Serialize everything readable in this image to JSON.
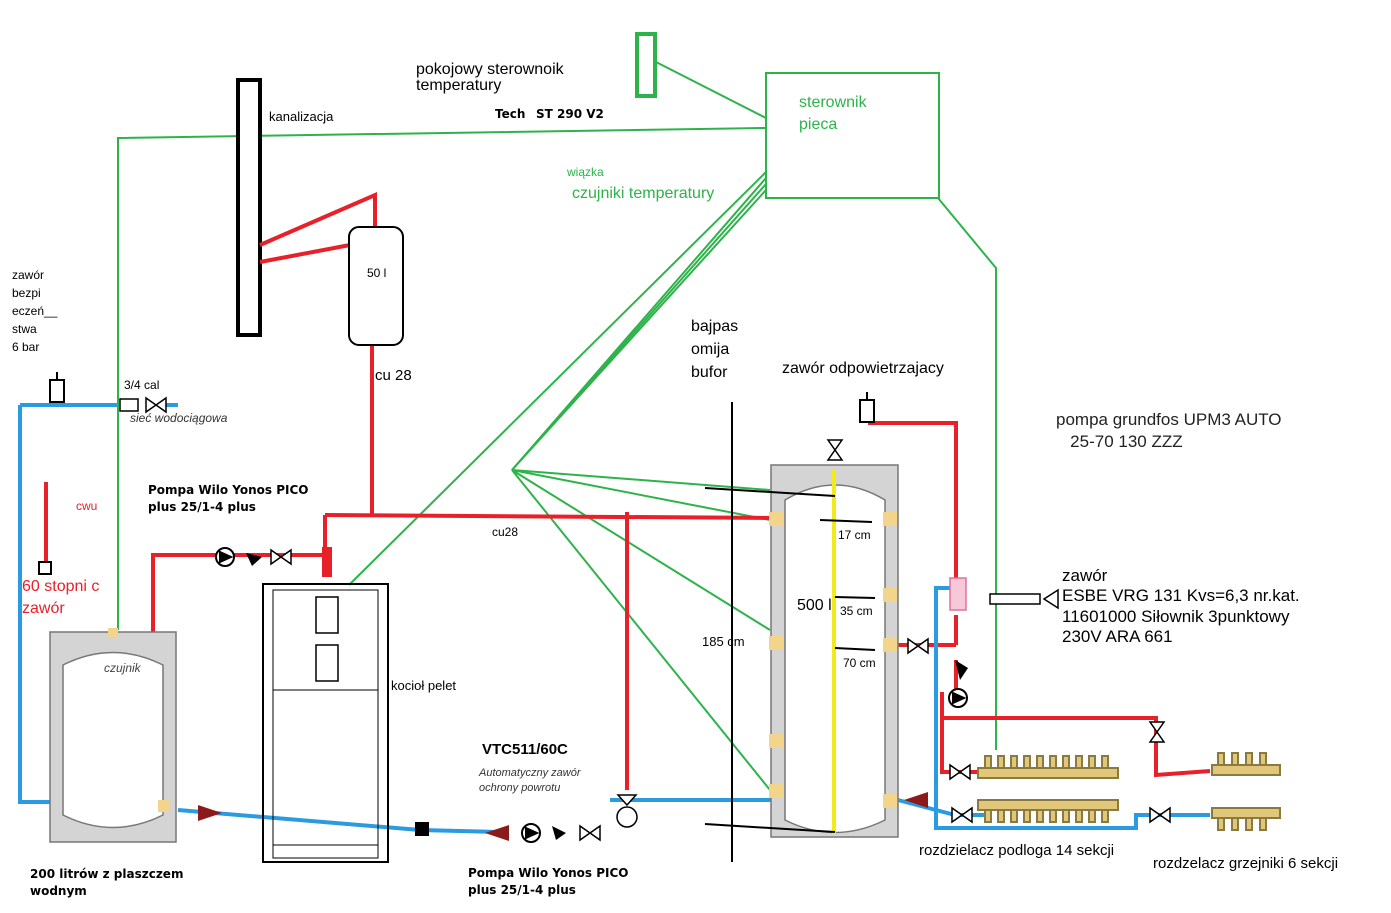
{
  "colors": {
    "hot_pipe": "#e8202a",
    "cold_pipe": "#2a9be0",
    "signal_wire": "#2db34a",
    "tank_fill": "#cfcfcf",
    "tank_outline": "#555555",
    "marker_line": "#f2ea1a",
    "text": "#000000"
  },
  "labels": {
    "room_controller": "pokojowy sterownoik\ntemperatury",
    "tech_brand": "Tech",
    "tech_model": "ST 290 V2",
    "sewer": "kanalizacja",
    "boiler_controller": "sterownik\npieca",
    "harness": "wiązka",
    "temp_sensors": "czujniki temperatury",
    "expansion_vessel": "50 l",
    "cu28_vertical": "cu 28",
    "safety_valve": "zawór\nbezpi\neczeń__\nstwa\n6 bar",
    "inlet_size": "3/4 cal",
    "water_mains": "sieć wodociągowa",
    "bypass": "bajpas\nomija\nbufor",
    "air_vent": "zawór odpowietrzajacy",
    "grundfos": "pompa grundfos UPM3 AUTO\n   25-70 130 ZZZ",
    "pump_top": "Pompa Wilo Yonos PICO\nplus 25/1-4 plus",
    "dhw": "cwu",
    "dhw_temp": "60 stopni c\nzawór",
    "cu28_horizontal": "cu28",
    "dhw_sensor": "czujnik",
    "dhw_tank": "200 litrów z plaszczem\nwodnym",
    "boiler": "kocioł  pelet",
    "vtc": "VTC511/60C",
    "vtc_desc": "Automatyczny zawór\nochrony powrotu",
    "pump_bottom": "Pompa Wilo Yonos PICO\nplus 25/1-4 plus",
    "buffer_height": "185 cm",
    "buffer_volume": "500 l",
    "dist_17": "17 cm",
    "dist_35": "35 cm",
    "dist_70": "70 cm",
    "esbe": "zawór\nESBE VRG 131 Kvs=6,3 nr.kat.\n11601000 Siłownik 3punktowy\n230V ARA 661",
    "manifold_floor": "rozdzielacz podloga 14 sekcji",
    "manifold_radiators": "rozdzelacz grzejniki 6 sekcji"
  },
  "icons": [
    "safety-valve-icon",
    "check-valve-icon",
    "ball-valve-icon",
    "pump-icon",
    "three-way-valve-icon",
    "air-vent-icon",
    "thermometer-icon"
  ]
}
